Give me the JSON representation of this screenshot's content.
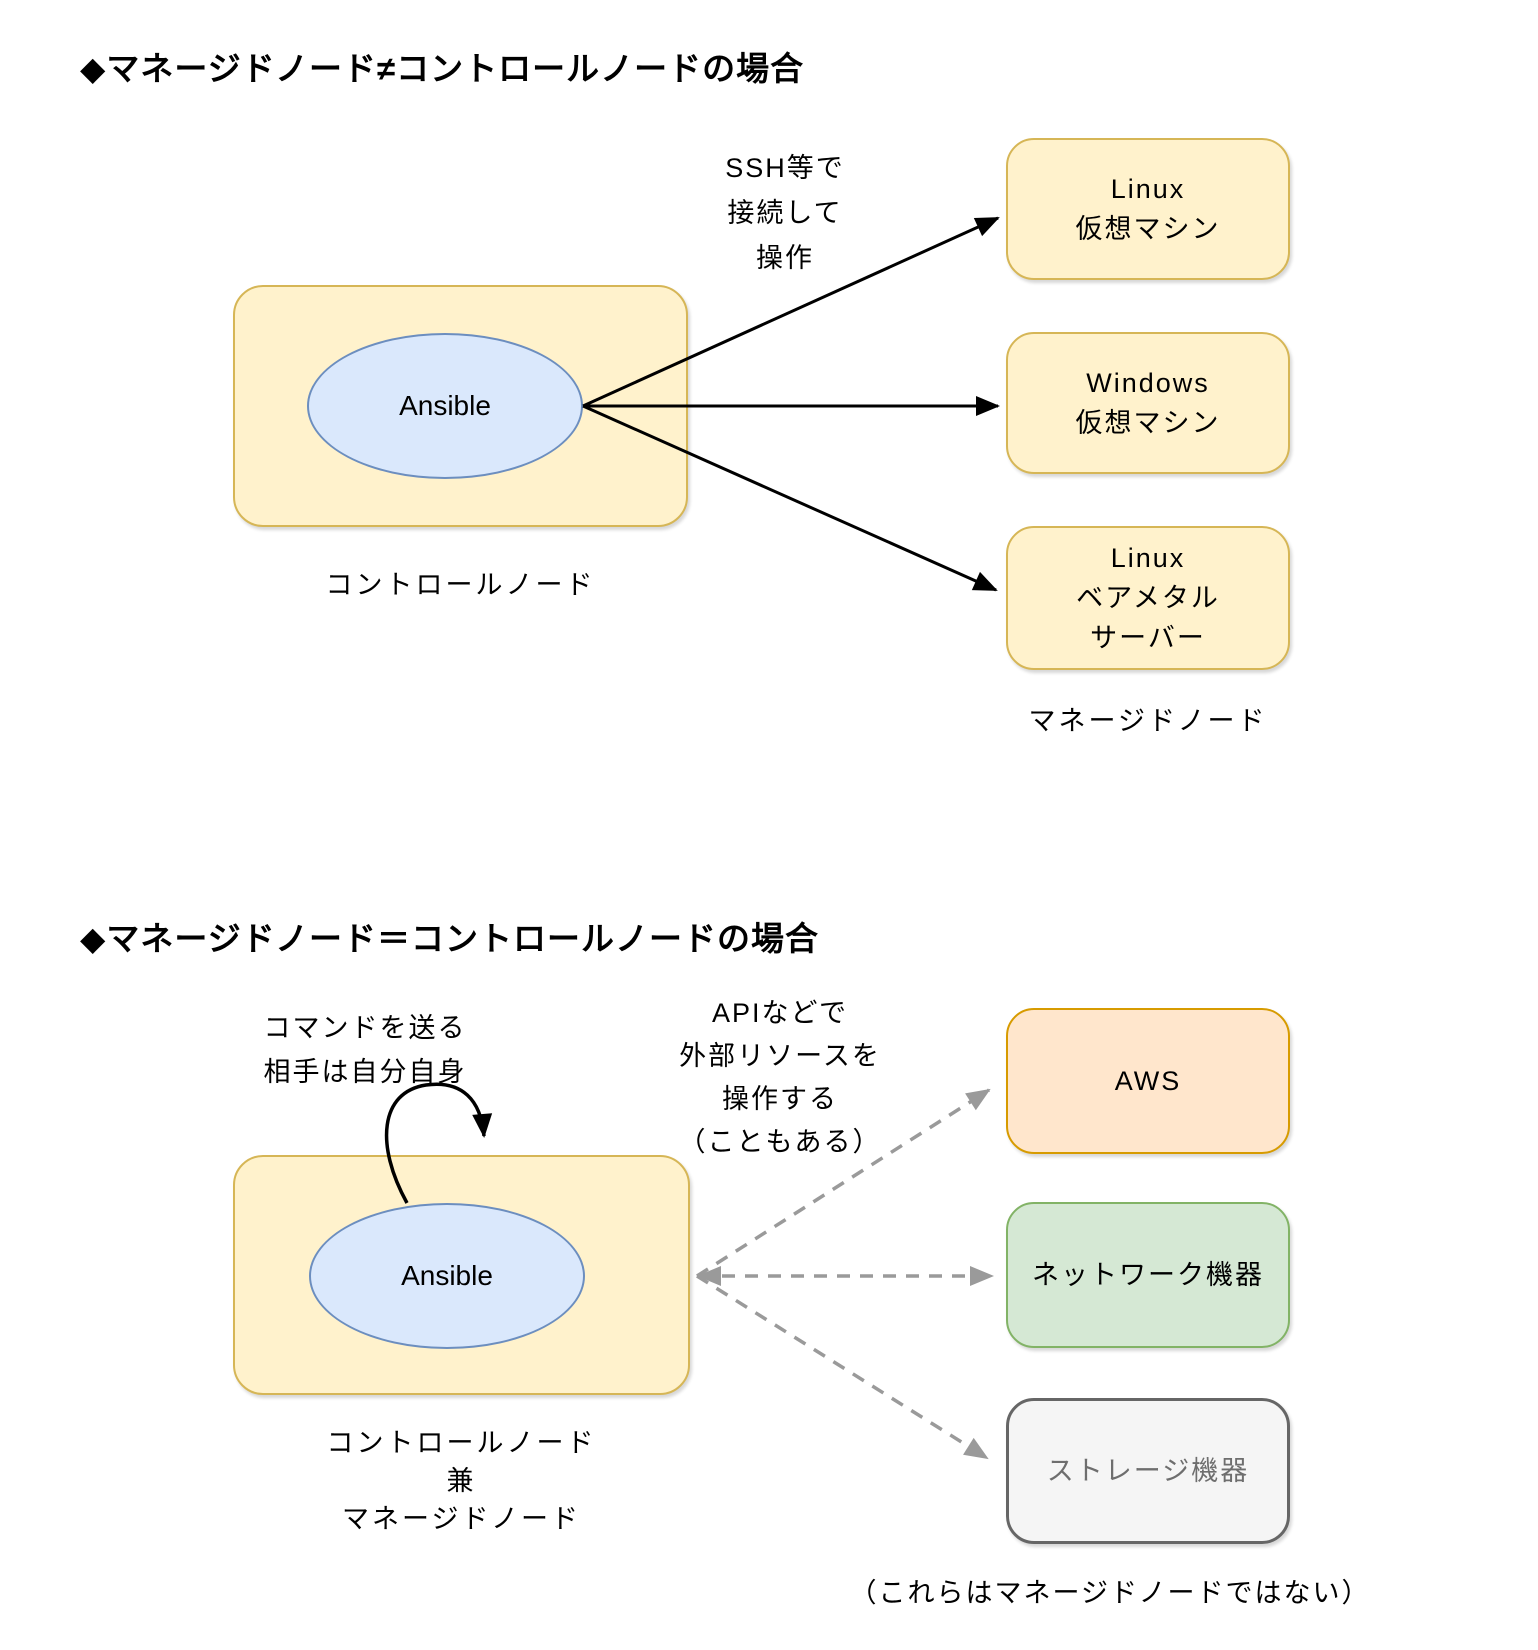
{
  "section1": {
    "title": "◆マネージドノード≠コントロールノードの場合",
    "control_node": {
      "label": "Ansible",
      "caption": "コントロールノード"
    },
    "ssh_label_lines": [
      "SSH等で",
      "接続して",
      "操作"
    ],
    "managed_nodes": [
      {
        "lines": [
          "Linux",
          "仮想マシン"
        ]
      },
      {
        "lines": [
          "Windows",
          "仮想マシン"
        ]
      },
      {
        "lines": [
          "Linux",
          "ベアメタル",
          "サーバー"
        ]
      }
    ],
    "managed_caption": "マネージドノード"
  },
  "section2": {
    "title": "◆マネージドノード＝コントロールノードの場合",
    "self_loop_label_lines": [
      "コマンドを送る",
      "相手は自分自身"
    ],
    "api_label_lines": [
      "APIなどで",
      "外部リソースを",
      "操作する",
      "（こともある）"
    ],
    "control_node": {
      "label": "Ansible",
      "caption_lines": [
        "コントロールノード",
        "兼",
        "マネージドノード"
      ]
    },
    "external_nodes": [
      {
        "label": "AWS"
      },
      {
        "label": "ネットワーク機器"
      },
      {
        "label": "ストレージ機器"
      }
    ],
    "footnote": "（これらはマネージドノードではない）"
  },
  "colors": {
    "yellow_fill": "#FFF2CC",
    "yellow_border": "#D6B656",
    "blue_fill": "#DAE8FC",
    "blue_border": "#6C8EBF",
    "orange_fill": "#FFE6CC",
    "orange_border": "#D79B00",
    "green_fill": "#D5E8D4",
    "green_border": "#82B366",
    "gray_fill": "#F5F5F5",
    "gray_border": "#666666",
    "solid_arrow": "#000000",
    "dashed_arrow": "#9a9a9a"
  }
}
